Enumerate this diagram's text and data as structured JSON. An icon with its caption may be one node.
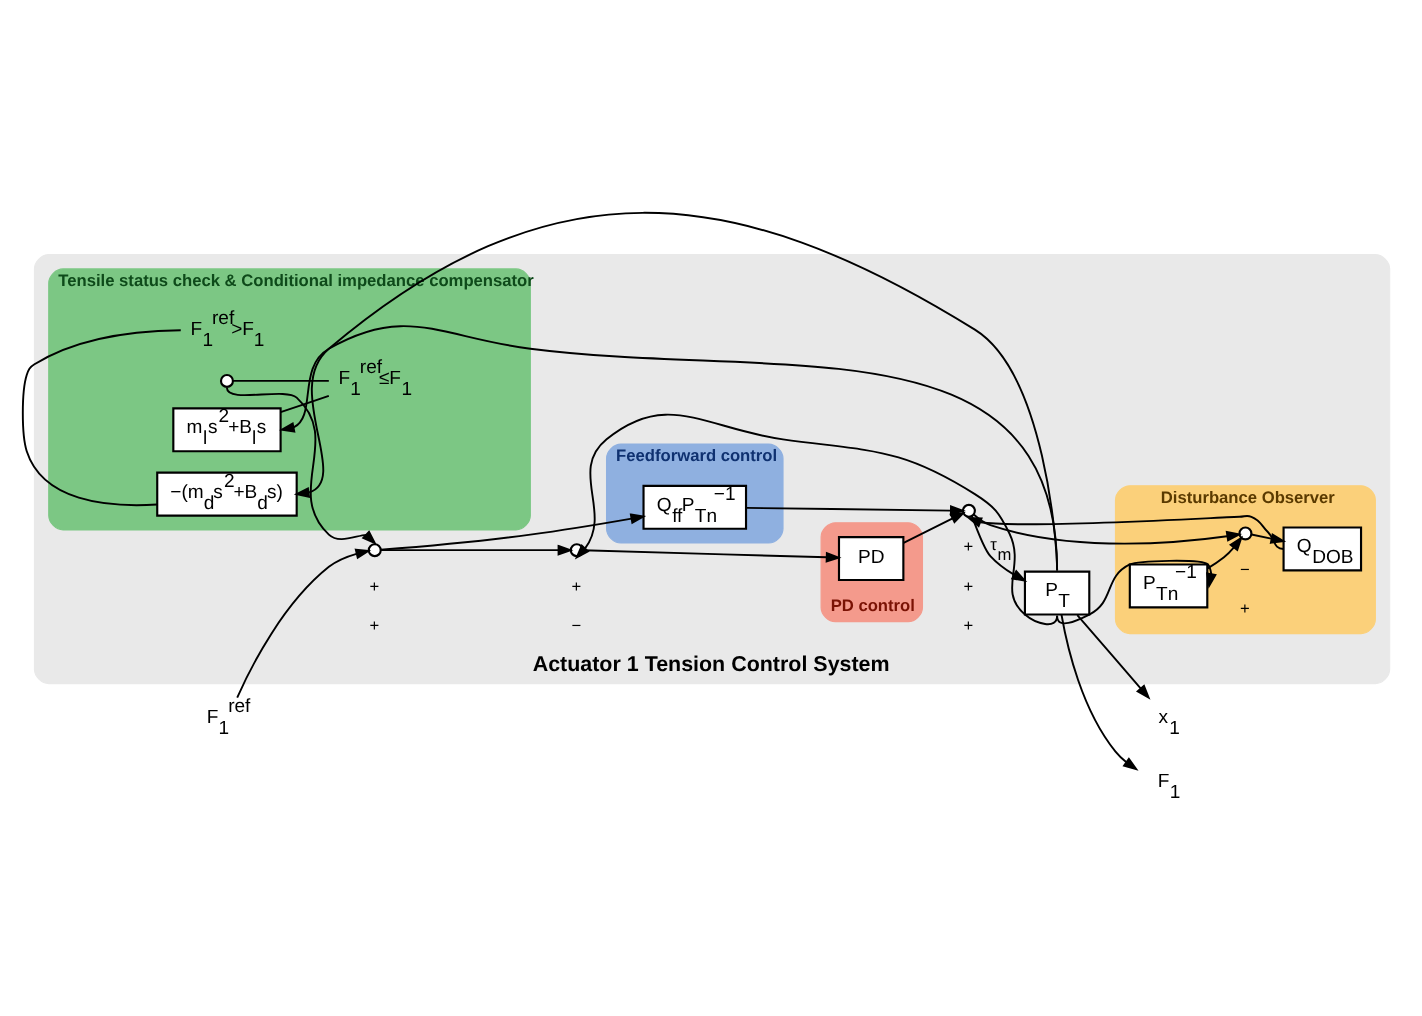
{
  "diagram": {
    "nodes": [
      {
        "text": [
          "Actuator 1 Tension Control System"
        ]
      },
      {
        "text": [
          "Tensile status check & Conditional impedance compensator"
        ],
        "in": 0
      },
      {
        "text": [
          "F$_{1}$$^{ref}$≤F$_{1}$"
        ],
        "in": 1
      },
      {
        "text": [
          "F$_{1}$$^{ref}$>F$_{1}$"
        ],
        "in": 1
      },
      {
        "text": [],
        "shape": "circle",
        "in": 1
      },
      {
        "text": [
          "m$_{l}$s$^{2}$+B$_{l}$s"
        ],
        "in": 1
      },
      {
        "text": [
          "−(m$_{d}$s$^{2}$+B$_{d}$s)"
        ],
        "in": 1
      },
      {
        "text": [
          "Feedforward control"
        ],
        "in": 0
      },
      {
        "text": [
          "Q$_{ff}$P$_{Tn}$$^{−1}$"
        ],
        "in": 7
      },
      {
        "text": [
          "PD control"
        ],
        "in": 0
      },
      {
        "text": [
          "PD"
        ],
        "in": 9
      },
      {
        "text": [],
        "shape": "circle",
        "in": 0
      },
      {
        "text": [],
        "shape": "circle",
        "in": 0
      },
      {
        "text": [],
        "shape": "circle",
        "in": 0
      },
      {
        "text": [
          "P$_{T}$"
        ],
        "in": 0
      },
      {
        "text": [
          "F$_{1}$$^{ref}$"
        ]
      },
      {
        "text": [
          "x$_{1}$"
        ]
      },
      {
        "text": [
          "F$_{1}$"
        ]
      },
      {
        "text": [
          "Disturbance Observer"
        ],
        "in": 0
      },
      {
        "text": [
          "P$_{Tn}$$^{−1}$"
        ],
        "in": 18
      },
      {
        "text": [],
        "shape": "circle",
        "in": 18
      },
      {
        "text": [
          "Q$_{DOB}$"
        ],
        "in": 18
      }
    ],
    "edges": [
      {
        "from": 15,
        "to": 11,
        "arrow": "to"
      },
      {
        "from": 4,
        "to": 11,
        "arrow": "to"
      },
      {
        "from": 11,
        "to": 8,
        "arrow": "to"
      },
      {
        "from": 11,
        "to": 12,
        "arrow": "to"
      },
      {
        "from": 12,
        "to": 10,
        "arrow": "to"
      },
      {
        "from": 10,
        "to": 13,
        "arrow": "to"
      },
      {
        "from": 8,
        "to": 13,
        "arrow": "to"
      },
      {
        "from": 21,
        "to": 13,
        "arrow": "to"
      },
      {
        "from": 13,
        "to": 14,
        "arrow": "to",
        "label": "τ$_{m}$"
      },
      {
        "from": 13,
        "to": 20,
        "arrow": "to"
      },
      {
        "from": 14,
        "to": 16,
        "arrow": "to"
      },
      {
        "from": 14,
        "to": 17,
        "arrow": "to"
      },
      {
        "from": 14,
        "to": 5,
        "arrow": "to"
      },
      {
        "from": 14,
        "to": 6,
        "arrow": "to"
      },
      {
        "from": 14,
        "to": 12,
        "arrow": "to"
      },
      {
        "from": 14,
        "to": 19,
        "arrow": "to"
      },
      {
        "from": 5,
        "to": 2,
        "arrow": "none"
      },
      {
        "from": 6,
        "to": 3,
        "arrow": "none"
      },
      {
        "from": 4,
        "to": 2,
        "arrow": "none"
      },
      {
        "from": 19,
        "to": 20,
        "arrow": "to"
      },
      {
        "from": 20,
        "to": 21,
        "arrow": "to"
      }
    ],
    "labels": [
      "+",
      "+",
      "+",
      "−",
      "+",
      "+",
      "+",
      "−",
      "+"
    ]
  }
}
